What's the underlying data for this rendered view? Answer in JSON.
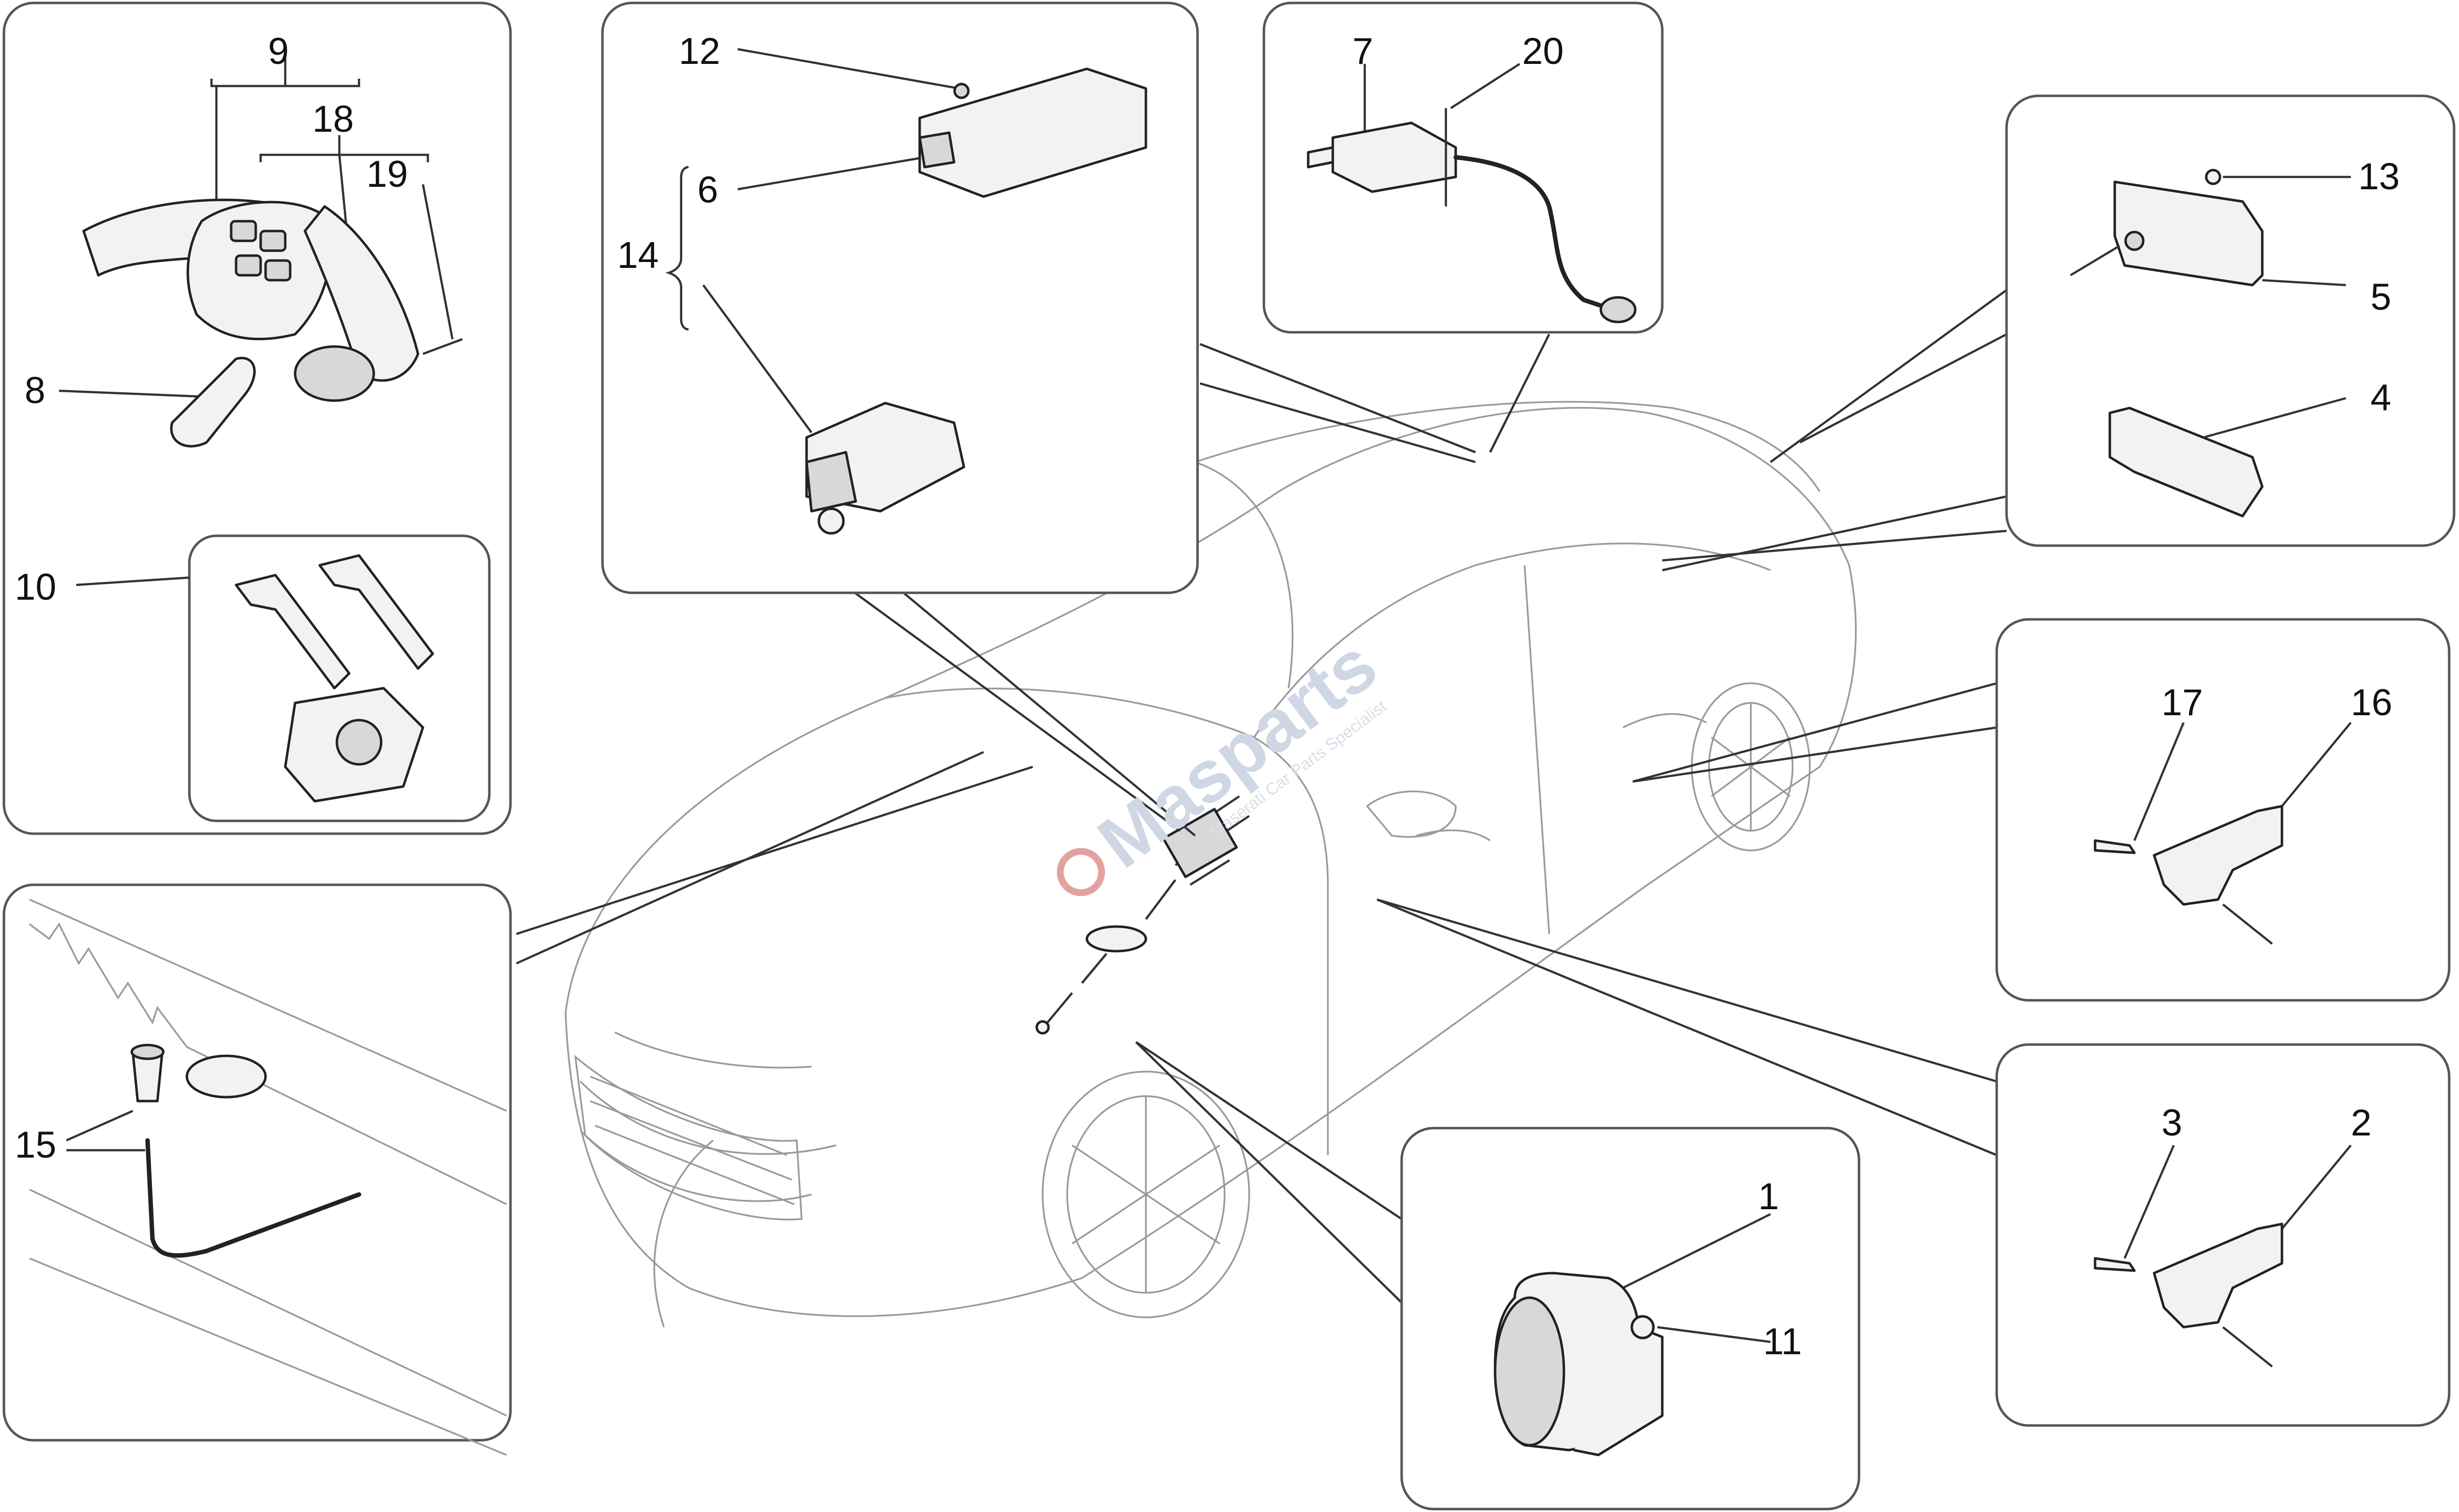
{
  "diagram": {
    "callouts": {
      "c1": "1",
      "c2": "2",
      "c3": "3",
      "c4": "4",
      "c5": "5",
      "c6": "6",
      "c7": "7",
      "c8": "8",
      "c9": "9",
      "c10": "10",
      "c11": "11",
      "c12": "12",
      "c13": "13",
      "c14": "14",
      "c15": "15",
      "c16": "16",
      "c17": "17",
      "c18": "18",
      "c19": "19",
      "c20": "20"
    },
    "watermark": {
      "brand": "Masparts",
      "tagline": "Maserati Car Parts Specialist"
    },
    "colors": {
      "outline": "#555555",
      "car_line": "#9a9a9a",
      "watermark": "#cfd6e4",
      "watermark_logo": "#e2a2a2"
    }
  }
}
